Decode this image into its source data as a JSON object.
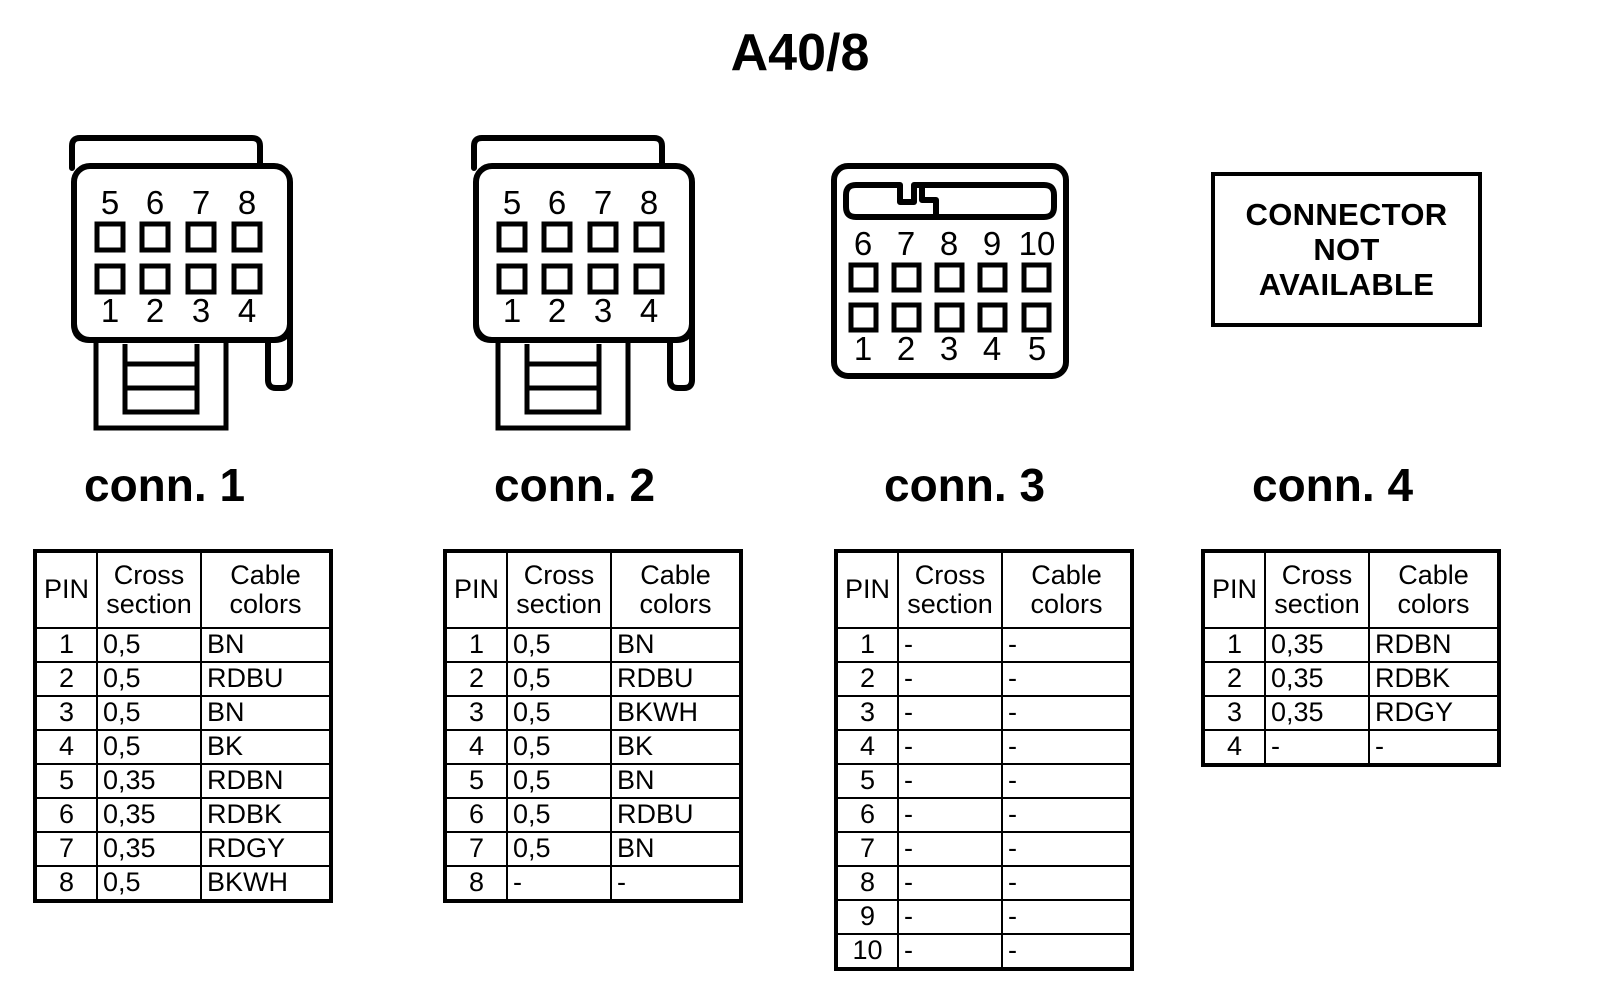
{
  "title": "A40/8",
  "not_available": {
    "line1": "CONNECTOR",
    "line2": "NOT",
    "line3": "AVAILABLE"
  },
  "table_headers": {
    "pin": "PIN",
    "cross_1": "Cross",
    "cross_2": "section",
    "cable_1": "Cable",
    "cable_2": "colors"
  },
  "connectors": [
    {
      "caption": "conn. 1",
      "type": "8-pin-rect-housing",
      "pin_count": 8,
      "top_row_labels": [
        "5",
        "6",
        "7",
        "8"
      ],
      "bottom_row_labels": [
        "1",
        "2",
        "3",
        "4"
      ],
      "rows": [
        {
          "pin": "1",
          "cross_section": "0,5",
          "cable_colors": "BN"
        },
        {
          "pin": "2",
          "cross_section": "0,5",
          "cable_colors": "RDBU"
        },
        {
          "pin": "3",
          "cross_section": "0,5",
          "cable_colors": "BN"
        },
        {
          "pin": "4",
          "cross_section": "0,5",
          "cable_colors": "BK"
        },
        {
          "pin": "5",
          "cross_section": "0,35",
          "cable_colors": "RDBN"
        },
        {
          "pin": "6",
          "cross_section": "0,35",
          "cable_colors": "RDBK"
        },
        {
          "pin": "7",
          "cross_section": "0,35",
          "cable_colors": "RDGY"
        },
        {
          "pin": "8",
          "cross_section": "0,5",
          "cable_colors": "BKWH"
        }
      ]
    },
    {
      "caption": "conn. 2",
      "type": "8-pin-rect-housing",
      "pin_count": 8,
      "top_row_labels": [
        "5",
        "6",
        "7",
        "8"
      ],
      "bottom_row_labels": [
        "1",
        "2",
        "3",
        "4"
      ],
      "rows": [
        {
          "pin": "1",
          "cross_section": "0,5",
          "cable_colors": "BN"
        },
        {
          "pin": "2",
          "cross_section": "0,5",
          "cable_colors": "RDBU"
        },
        {
          "pin": "3",
          "cross_section": "0,5",
          "cable_colors": "BKWH"
        },
        {
          "pin": "4",
          "cross_section": "0,5",
          "cable_colors": "BK"
        },
        {
          "pin": "5",
          "cross_section": "0,5",
          "cable_colors": "BN"
        },
        {
          "pin": "6",
          "cross_section": "0,5",
          "cable_colors": "RDBU"
        },
        {
          "pin": "7",
          "cross_section": "0,5",
          "cable_colors": "BN"
        },
        {
          "pin": "8",
          "cross_section": "-",
          "cable_colors": "-"
        }
      ]
    },
    {
      "caption": "conn. 3",
      "type": "10-pin-latch-housing",
      "pin_count": 10,
      "top_row_labels": [
        "6",
        "7",
        "8",
        "9",
        "10"
      ],
      "bottom_row_labels": [
        "1",
        "2",
        "3",
        "4",
        "5"
      ],
      "rows": [
        {
          "pin": "1",
          "cross_section": "-",
          "cable_colors": "-"
        },
        {
          "pin": "2",
          "cross_section": "-",
          "cable_colors": "-"
        },
        {
          "pin": "3",
          "cross_section": "-",
          "cable_colors": "-"
        },
        {
          "pin": "4",
          "cross_section": "-",
          "cable_colors": "-"
        },
        {
          "pin": "5",
          "cross_section": "-",
          "cable_colors": "-"
        },
        {
          "pin": "6",
          "cross_section": "-",
          "cable_colors": "-"
        },
        {
          "pin": "7",
          "cross_section": "-",
          "cable_colors": "-"
        },
        {
          "pin": "8",
          "cross_section": "-",
          "cable_colors": "-"
        },
        {
          "pin": "9",
          "cross_section": "-",
          "cable_colors": "-"
        },
        {
          "pin": "10",
          "cross_section": "-",
          "cable_colors": "-"
        }
      ]
    },
    {
      "caption": "conn. 4",
      "type": "connector-not-available",
      "pin_count": 4,
      "top_row_labels": [],
      "bottom_row_labels": [],
      "rows": [
        {
          "pin": "1",
          "cross_section": "0,35",
          "cable_colors": "RDBN"
        },
        {
          "pin": "2",
          "cross_section": "0,35",
          "cable_colors": "RDBK"
        },
        {
          "pin": "3",
          "cross_section": "0,35",
          "cable_colors": "RDGY"
        },
        {
          "pin": "4",
          "cross_section": "-",
          "cable_colors": "-"
        }
      ]
    }
  ]
}
